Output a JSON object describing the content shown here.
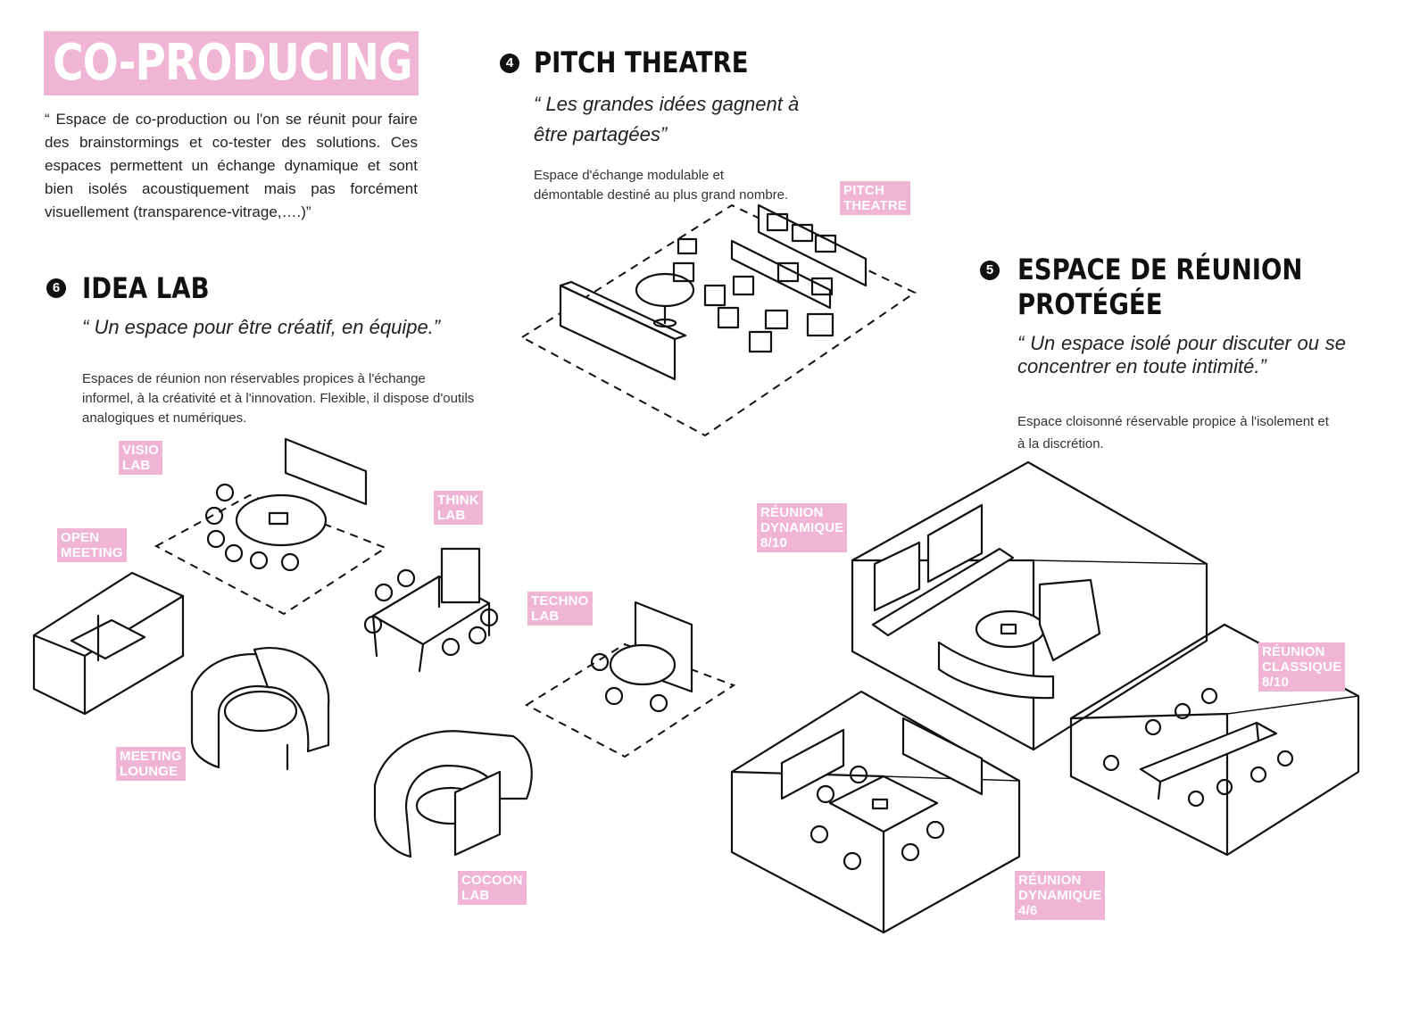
{
  "header": {
    "title": "CO-PRODUCING"
  },
  "intro": "“ Espace de co-production ou l'on se réunit pour faire des brainstormings et co-tester des solutions. Ces espaces permettent un échange dynamique et sont bien isolés acoustiquement mais pas forcément visuellement (transparence-vitrage,….)”",
  "sections": {
    "pitch": {
      "number": "4",
      "title": "PITCH THEATRE",
      "quote": "“ Les grandes idées gagnent à être partagées”",
      "desc": "Espace d'échange modulable et démontable destiné  au plus grand nombre."
    },
    "idea": {
      "number": "6",
      "title": "IDEA LAB",
      "quote": "“ Un espace pour être créatif, en équipe.”",
      "desc": "Espaces de réunion non réservables propices à l'échange informel, à la créativité et à l'innovation.  Flexible, il dispose d'outils analogiques et numériques."
    },
    "reunion": {
      "number": "5",
      "title_1": "ESPACE DE RÉUNION",
      "title_2": "PROTÉGÉE",
      "quote": "“ Un espace isolé pour discuter ou se concentrer en toute intimité.”",
      "desc": "Espace cloisonné réservable propice à l'isolement et à la discrétion."
    }
  },
  "tags": {
    "pitch_theatre": [
      "PITCH",
      "THEATRE"
    ],
    "visio_lab": [
      "VISIO",
      "LAB"
    ],
    "open_meeting": [
      "OPEN",
      "MEETING"
    ],
    "think_lab": [
      "THINK",
      "LAB"
    ],
    "techno_lab": [
      "TECHNO",
      "LAB"
    ],
    "meeting_lounge": [
      "MEETING",
      "LOUNGE"
    ],
    "cocoon_lab": [
      "COCOON",
      "LAB"
    ],
    "reunion_dynamique_810": [
      "RÉUNION",
      "DYNAMIQUE",
      "8/10"
    ],
    "reunion_classique_810": [
      "RÉUNION",
      "CLASSIQUE",
      "8/10"
    ],
    "reunion_dynamique_46": [
      "RÉUNION",
      "DYNAMIQUE",
      "4/6"
    ]
  },
  "colors": {
    "accent": "#f0b4d4",
    "ink": "#111111"
  }
}
